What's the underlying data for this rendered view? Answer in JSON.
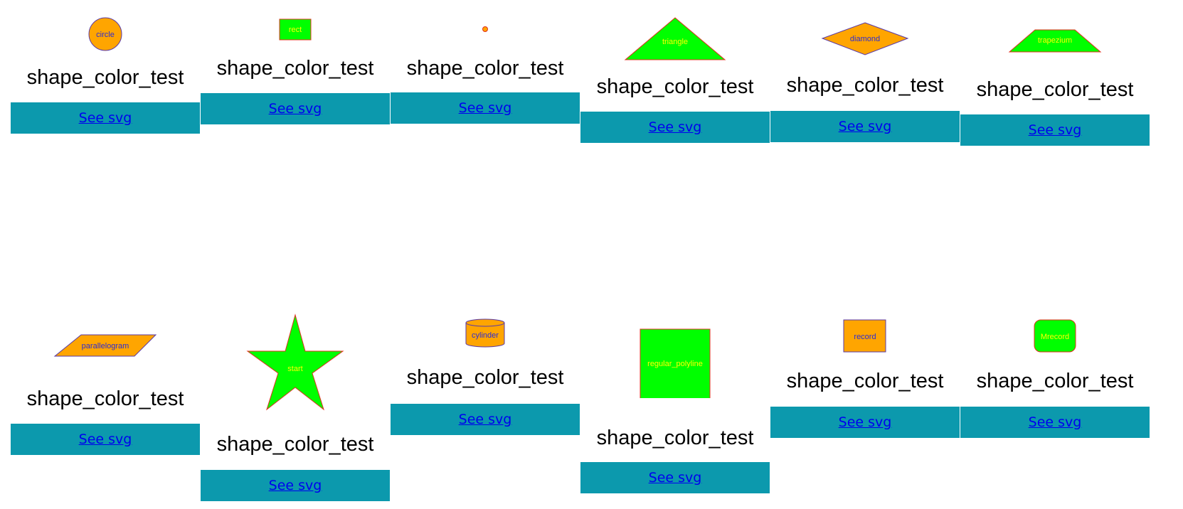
{
  "common": {
    "title": "shape_color_test",
    "link": "See svg"
  },
  "colors": {
    "orange": "#ffa500",
    "green": "#00ff00",
    "bar": "#0c99ad",
    "stroke_purple": "#5a3aa8",
    "stroke_red": "#e0301e",
    "text_yellow": "#ffff00",
    "text_blue": "#2b2bd6"
  },
  "cells": [
    {
      "shape": "circle",
      "label": "circle"
    },
    {
      "shape": "rect",
      "label": "rect"
    },
    {
      "shape": "point",
      "label": ""
    },
    {
      "shape": "triangle",
      "label": "triangle"
    },
    {
      "shape": "diamond",
      "label": "diamond"
    },
    {
      "shape": "trapezium",
      "label": "trapezium"
    },
    {
      "shape": "parallelogram",
      "label": "parallelogram"
    },
    {
      "shape": "star",
      "label": "start"
    },
    {
      "shape": "cylinder",
      "label": "cylinder"
    },
    {
      "shape": "regular_polyline",
      "label": "regular_polyline"
    },
    {
      "shape": "record",
      "label": "record"
    },
    {
      "shape": "Mrecord",
      "label": "Mrecord"
    }
  ]
}
